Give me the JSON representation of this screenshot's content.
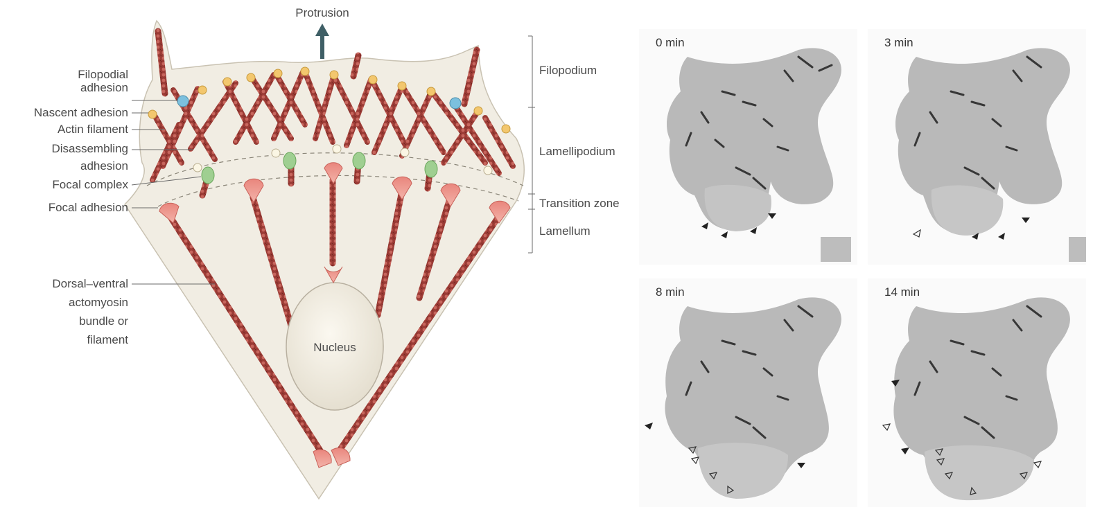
{
  "diagram": {
    "top_label": "Protrusion",
    "left_labels": {
      "filopodial_adhesion": [
        "Filopodial",
        "adhesion"
      ],
      "nascent_adhesion": "Nascent adhesion",
      "actin_filament": "Actin filament",
      "disassembling_adhesion": [
        "Disassembling",
        "adhesion"
      ],
      "focal_complex": "Focal complex",
      "focal_adhesion": "Focal adhesion",
      "dorsal_ventral": [
        "Dorsal–ventral",
        "actomyosin",
        "bundle or",
        "filament"
      ]
    },
    "nucleus": "Nucleus",
    "right_labels": {
      "filopodium": "Filopodium",
      "lamellipodium": "Lamellipodium",
      "transition_zone": "Transition zone",
      "lamellum": "Lamellum"
    }
  },
  "micrographs": [
    {
      "time": "0 min"
    },
    {
      "time": "3 min"
    },
    {
      "time": "8 min"
    },
    {
      "time": "14 min"
    }
  ],
  "colors": {
    "cell_fill": "#f1ede3",
    "actin": "#9b3b35",
    "focal_adhesion": "#e27a72",
    "focal_complex": "#9fcf91",
    "nascent_adhesion": "#f3c76e",
    "filopodial_adhesion": "#7cc0de",
    "disassembling_adhesion": "#fbf6e4",
    "arrow": "#3f5f66"
  }
}
